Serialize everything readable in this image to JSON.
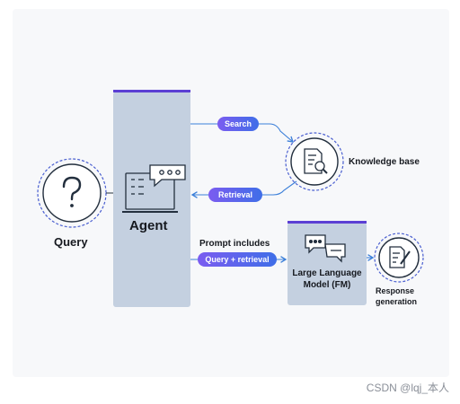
{
  "query": {
    "label": "Query",
    "icon": "question-icon"
  },
  "agent": {
    "label": "Agent",
    "icon": "chat-monitor-icon"
  },
  "search_pill": "Search",
  "retrieval_pill": "Retrieval",
  "knowledge_base": {
    "label": "Knowledge base",
    "icon": "document-search-icon"
  },
  "prompt_includes": "Prompt includes",
  "prompt_pill": "Query + retrieval",
  "llm": {
    "label_line1": "Large Language",
    "label_line2": "Model (FM)",
    "icon": "chat-bubbles-icon"
  },
  "response": {
    "label_line1": "Response",
    "label_line2": "generation",
    "icon": "document-pen-icon"
  },
  "watermark": "CSDN @lqj_本人",
  "colors": {
    "box_fill": "#c4d0e0",
    "accent_line": "#5b3fd4",
    "arrow": "#3b7fd9",
    "pill_start": "#7b5cf0",
    "pill_end": "#3f6ee8",
    "circle_dash": "#4a5fd0"
  }
}
